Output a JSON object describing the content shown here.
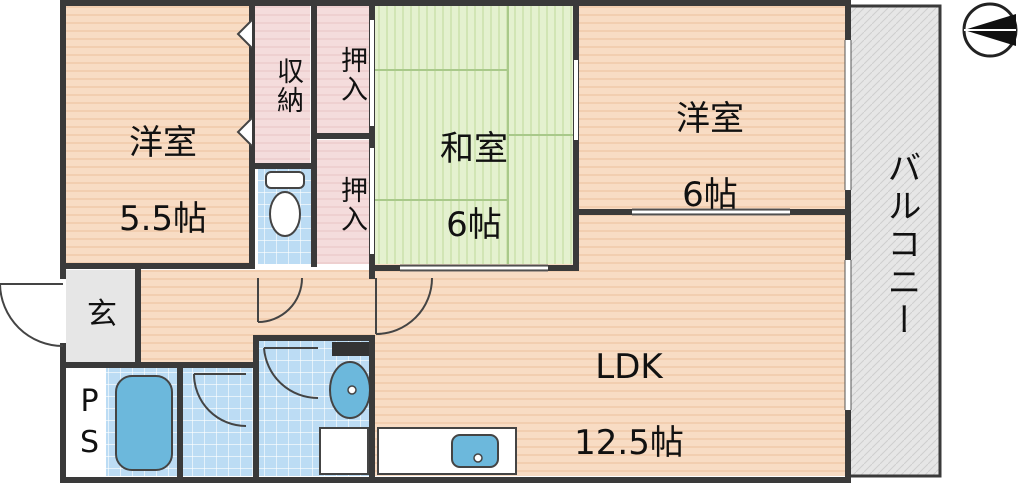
{
  "plan": {
    "rooms": {
      "western_left": {
        "name": "洋室",
        "size": "5.5帖"
      },
      "storage": {
        "name": "収納"
      },
      "closet_top": {
        "name": "押入"
      },
      "closet_bottom": {
        "name": "押入"
      },
      "tatami": {
        "name": "和室",
        "size": "6帖"
      },
      "western_right": {
        "name": "洋室",
        "size": "6帖"
      },
      "ldk": {
        "name": "LDK",
        "size": "12.5帖"
      },
      "entrance": {
        "name": "玄"
      },
      "ps": {
        "name": "PS"
      },
      "balcony": {
        "name": "バルコニー"
      }
    },
    "colors": {
      "wood_floor": "#f8dcc4",
      "wood_line": "#f0c8a8",
      "tatami": "#e4f1cf",
      "tatami_line": "#c9e0a8",
      "tile": "#b7d8f2",
      "fixture": "#6cb8dc",
      "storage": "#f4dcdc",
      "balcony": "#e4e4e4",
      "wall": "#3a3a3a"
    },
    "icons": [
      "north-arrow-icon",
      "toilet-icon",
      "bathtub-icon",
      "washbasin-icon",
      "kitchen-sink-icon",
      "door-swing-icon"
    ]
  }
}
